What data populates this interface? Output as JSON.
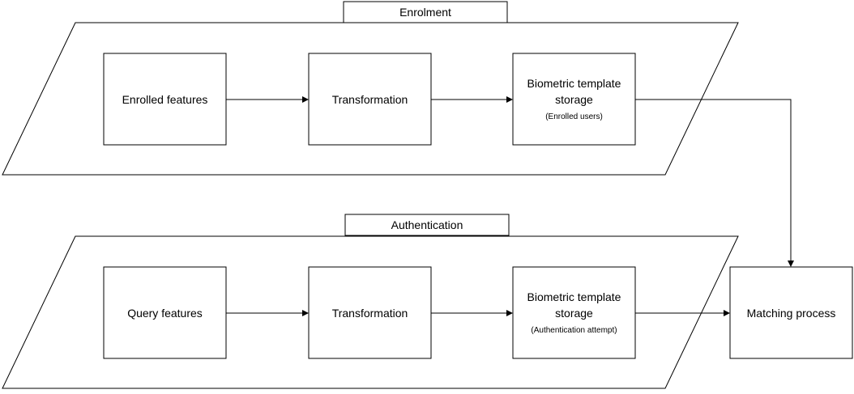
{
  "sections": {
    "enrolment": {
      "title": "Enrolment"
    },
    "authentication": {
      "title": "Authentication"
    }
  },
  "enrolment_row": {
    "features": "Enrolled features",
    "transformation": "Transformation",
    "storage_line1": "Biometric template",
    "storage_line2": "storage",
    "storage_note": "(Enrolled users)"
  },
  "authentication_row": {
    "features": "Query features",
    "transformation": "Transformation",
    "storage_line1": "Biometric template",
    "storage_line2": "storage",
    "storage_note": "(Authentication attempt)"
  },
  "matching": {
    "label": "Matching process"
  }
}
